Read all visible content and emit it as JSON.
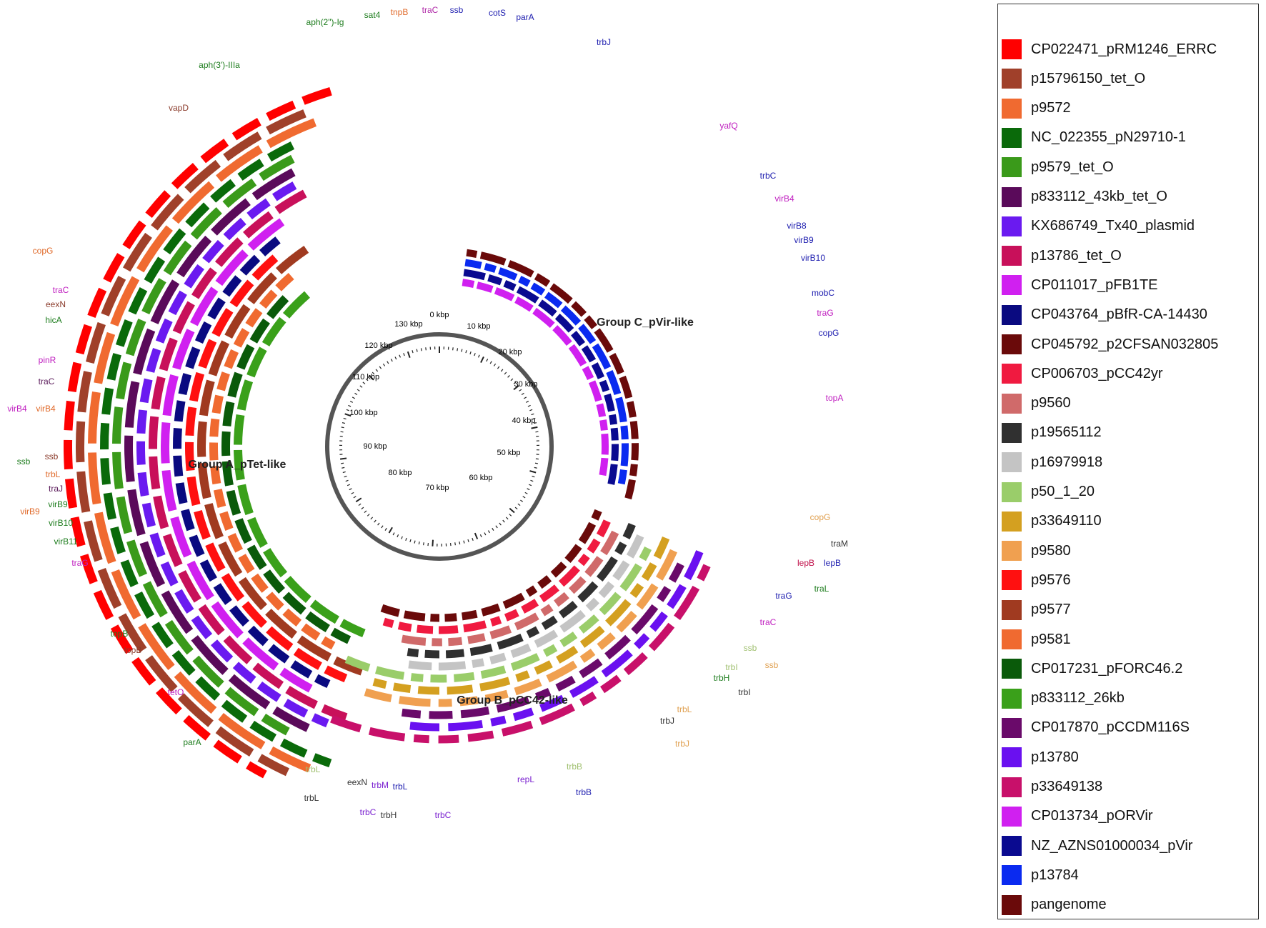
{
  "diagram": {
    "ruler_ticks": [
      "0 kbp",
      "10 kbp",
      "20 kbp",
      "30 kbp",
      "40 kbp",
      "50 kbp",
      "60 kbp",
      "70 kbp",
      "80 kbp",
      "90 kbp",
      "100 kbp",
      "110 kbp",
      "120 kbp",
      "130 kbp"
    ],
    "groups": [
      {
        "label": "Group A_pTet-like"
      },
      {
        "label": "Group B_pCC42-like"
      },
      {
        "label": "Group C_pVir-like"
      }
    ],
    "gene_labels": [
      {
        "text": "aph(2\")-Ig",
        "color": "#1e7d1e"
      },
      {
        "text": "sat4",
        "color": "#1e7d1e"
      },
      {
        "text": "tnpB",
        "color": "#e06a2a"
      },
      {
        "text": "traC",
        "color": "#b02aa8"
      },
      {
        "text": "ssb",
        "color": "#2020b0"
      },
      {
        "text": "cotS",
        "color": "#2020b0"
      },
      {
        "text": "parA",
        "color": "#2020b0"
      },
      {
        "text": "aph(3')-IIIa",
        "color": "#1e7d1e"
      },
      {
        "text": "vapD",
        "color": "#8a3a2a"
      },
      {
        "text": "trbJ",
        "color": "#2020b0"
      },
      {
        "text": "yafQ",
        "color": "#c020c0"
      },
      {
        "text": "trbC",
        "color": "#2020b0"
      },
      {
        "text": "virB4",
        "color": "#c020c0"
      },
      {
        "text": "virB8",
        "color": "#2020b0"
      },
      {
        "text": "virB9",
        "color": "#2020b0"
      },
      {
        "text": "virB10",
        "color": "#2020b0"
      },
      {
        "text": "mobC",
        "color": "#2020b0"
      },
      {
        "text": "traG",
        "color": "#c020c0"
      },
      {
        "text": "copG",
        "color": "#2020b0"
      },
      {
        "text": "topA",
        "color": "#c020c0"
      },
      {
        "text": "copG",
        "color": "#e06a2a"
      },
      {
        "text": "traC",
        "color": "#c020c0"
      },
      {
        "text": "eexN",
        "color": "#8a3a2a"
      },
      {
        "text": "hicA",
        "color": "#1e7d1e"
      },
      {
        "text": "pinR",
        "color": "#c020c0"
      },
      {
        "text": "traC",
        "color": "#5a1a5a"
      },
      {
        "text": "virB4",
        "color": "#c020c0"
      },
      {
        "text": "virB4",
        "color": "#e06a2a"
      },
      {
        "text": "ssb",
        "color": "#8a3a2a"
      },
      {
        "text": "ssb",
        "color": "#1e7d1e"
      },
      {
        "text": "trbL",
        "color": "#e06a2a"
      },
      {
        "text": "traJ",
        "color": "#5a1a5a"
      },
      {
        "text": "virB9",
        "color": "#e06a2a"
      },
      {
        "text": "virB9",
        "color": "#1e7d1e"
      },
      {
        "text": "virB10",
        "color": "#1e7d1e"
      },
      {
        "text": "virB11",
        "color": "#1e7d1e"
      },
      {
        "text": "traG",
        "color": "#c020c0"
      },
      {
        "text": "topB",
        "color": "#1e7d1e"
      },
      {
        "text": "topB",
        "color": "#8a3a2a"
      },
      {
        "text": "tetO",
        "color": "#c020c0"
      },
      {
        "text": "parA",
        "color": "#1e7d1e"
      },
      {
        "text": "copG",
        "color": "#e0a050"
      },
      {
        "text": "traM",
        "color": "#333333"
      },
      {
        "text": "lepB",
        "color": "#c0104a"
      },
      {
        "text": "lepB",
        "color": "#2020b0"
      },
      {
        "text": "traL",
        "color": "#1e7d1e"
      },
      {
        "text": "traG",
        "color": "#2020b0"
      },
      {
        "text": "traC",
        "color": "#c020c0"
      },
      {
        "text": "ssb",
        "color": "#a0c070"
      },
      {
        "text": "ssb",
        "color": "#e0a050"
      },
      {
        "text": "trbI",
        "color": "#a0c070"
      },
      {
        "text": "trbH",
        "color": "#1e7d1e"
      },
      {
        "text": "trbI",
        "color": "#333333"
      },
      {
        "text": "trbL",
        "color": "#e0a050"
      },
      {
        "text": "trbJ",
        "color": "#333333"
      },
      {
        "text": "trbJ",
        "color": "#e0a050"
      },
      {
        "text": "trbB",
        "color": "#a0c070"
      },
      {
        "text": "trbB",
        "color": "#2020b0"
      },
      {
        "text": "repL",
        "color": "#7a20d0"
      },
      {
        "text": "trbC",
        "color": "#7a20d0"
      },
      {
        "text": "trbL",
        "color": "#a0c070"
      },
      {
        "text": "trbL",
        "color": "#333333"
      },
      {
        "text": "eexN",
        "color": "#333333"
      },
      {
        "text": "trbM",
        "color": "#7a20d0"
      },
      {
        "text": "trbL",
        "color": "#2020b0"
      },
      {
        "text": "trbC",
        "color": "#7a20d0"
      },
      {
        "text": "trbH",
        "color": "#333333"
      }
    ]
  },
  "legend": {
    "items": [
      {
        "label": "CP022471_pRM1246_ERRC",
        "color": "#ff0000"
      },
      {
        "label": "p15796150_tet_O",
        "color": "#a0402a"
      },
      {
        "label": "p9572",
        "color": "#f06a30"
      },
      {
        "label": "NC_022355_pN29710-1",
        "color": "#0a6a0a"
      },
      {
        "label": "p9579_tet_O",
        "color": "#3a9a1a"
      },
      {
        "label": "p833112_43kb_tet_O",
        "color": "#5a0a5a"
      },
      {
        "label": "KX686749_Tx40_plasmid",
        "color": "#6a1af0"
      },
      {
        "label": "p13786_tet_O",
        "color": "#c8105a"
      },
      {
        "label": "CP011017_pFB1TE",
        "color": "#d020f0"
      },
      {
        "label": "CP043764_pBfR-CA-14430",
        "color": "#0a0a80"
      },
      {
        "label": "CP045792_p2CFSAN032805",
        "color": "#6a0a0a"
      },
      {
        "label": "CP006703_pCC42yr",
        "color": "#f01a40"
      },
      {
        "label": "p9560",
        "color": "#d06a6a"
      },
      {
        "label": "p19565112",
        "color": "#303030"
      },
      {
        "label": "p16979918",
        "color": "#c4c4c4"
      },
      {
        "label": "p50_1_20",
        "color": "#9acd6a"
      },
      {
        "label": "p33649110",
        "color": "#d4a020"
      },
      {
        "label": "p9580",
        "color": "#f0a050"
      },
      {
        "label": "p9576",
        "color": "#ff1010"
      },
      {
        "label": "p9577",
        "color": "#a03a20"
      },
      {
        "label": "p9581",
        "color": "#f06a30"
      },
      {
        "label": "CP017231_pFORC46.2",
        "color": "#0a5a0a"
      },
      {
        "label": "p833112_26kb",
        "color": "#3aa01a"
      },
      {
        "label": "CP017870_pCCDM116S",
        "color": "#6a0a6a"
      },
      {
        "label": "p13780",
        "color": "#6a10f0"
      },
      {
        "label": "p33649138",
        "color": "#c8106a"
      },
      {
        "label": "CP013734_pORVir",
        "color": "#d020f0"
      },
      {
        "label": "NZ_AZNS01000034_pVir",
        "color": "#0a0a90"
      },
      {
        "label": "p13784",
        "color": "#0a2af0"
      },
      {
        "label": "pangenome",
        "color": "#6a0a0a"
      }
    ]
  }
}
